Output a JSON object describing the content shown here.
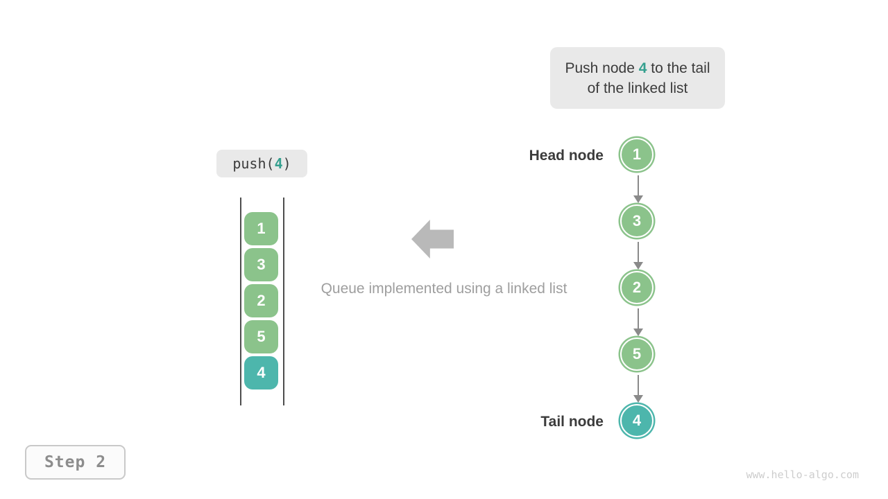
{
  "colors": {
    "green": "#8bc38b",
    "teal": "#4db6ac",
    "accent": "#35a08f",
    "arrow_gray": "#8a8a8a",
    "block_arrow_gray": "#b9b9b9",
    "text_dark": "#3b3b3b",
    "caption_gray": "#9e9e9e",
    "label_bg": "#e9e9e9",
    "wall_dark": "#4d4d4d",
    "step_text": "#8d8d8d",
    "step_border": "#c9c9c9",
    "watermark_gray": "#cdcdcd"
  },
  "callout": {
    "prefix": "Push node ",
    "highlight": "4",
    "suffix": " to the tail of the linked list"
  },
  "operation": {
    "prefix": "push(",
    "arg": "4",
    "suffix": ")"
  },
  "queue": {
    "items": [
      "1",
      "3",
      "2",
      "5",
      "4"
    ]
  },
  "caption": "Queue implemented using a linked list",
  "linked_list": {
    "head_label": "Head node",
    "tail_label": "Tail node",
    "nodes": [
      "1",
      "3",
      "2",
      "5",
      "4"
    ]
  },
  "step_label": "Step 2",
  "watermark": "www.hello-algo.com"
}
